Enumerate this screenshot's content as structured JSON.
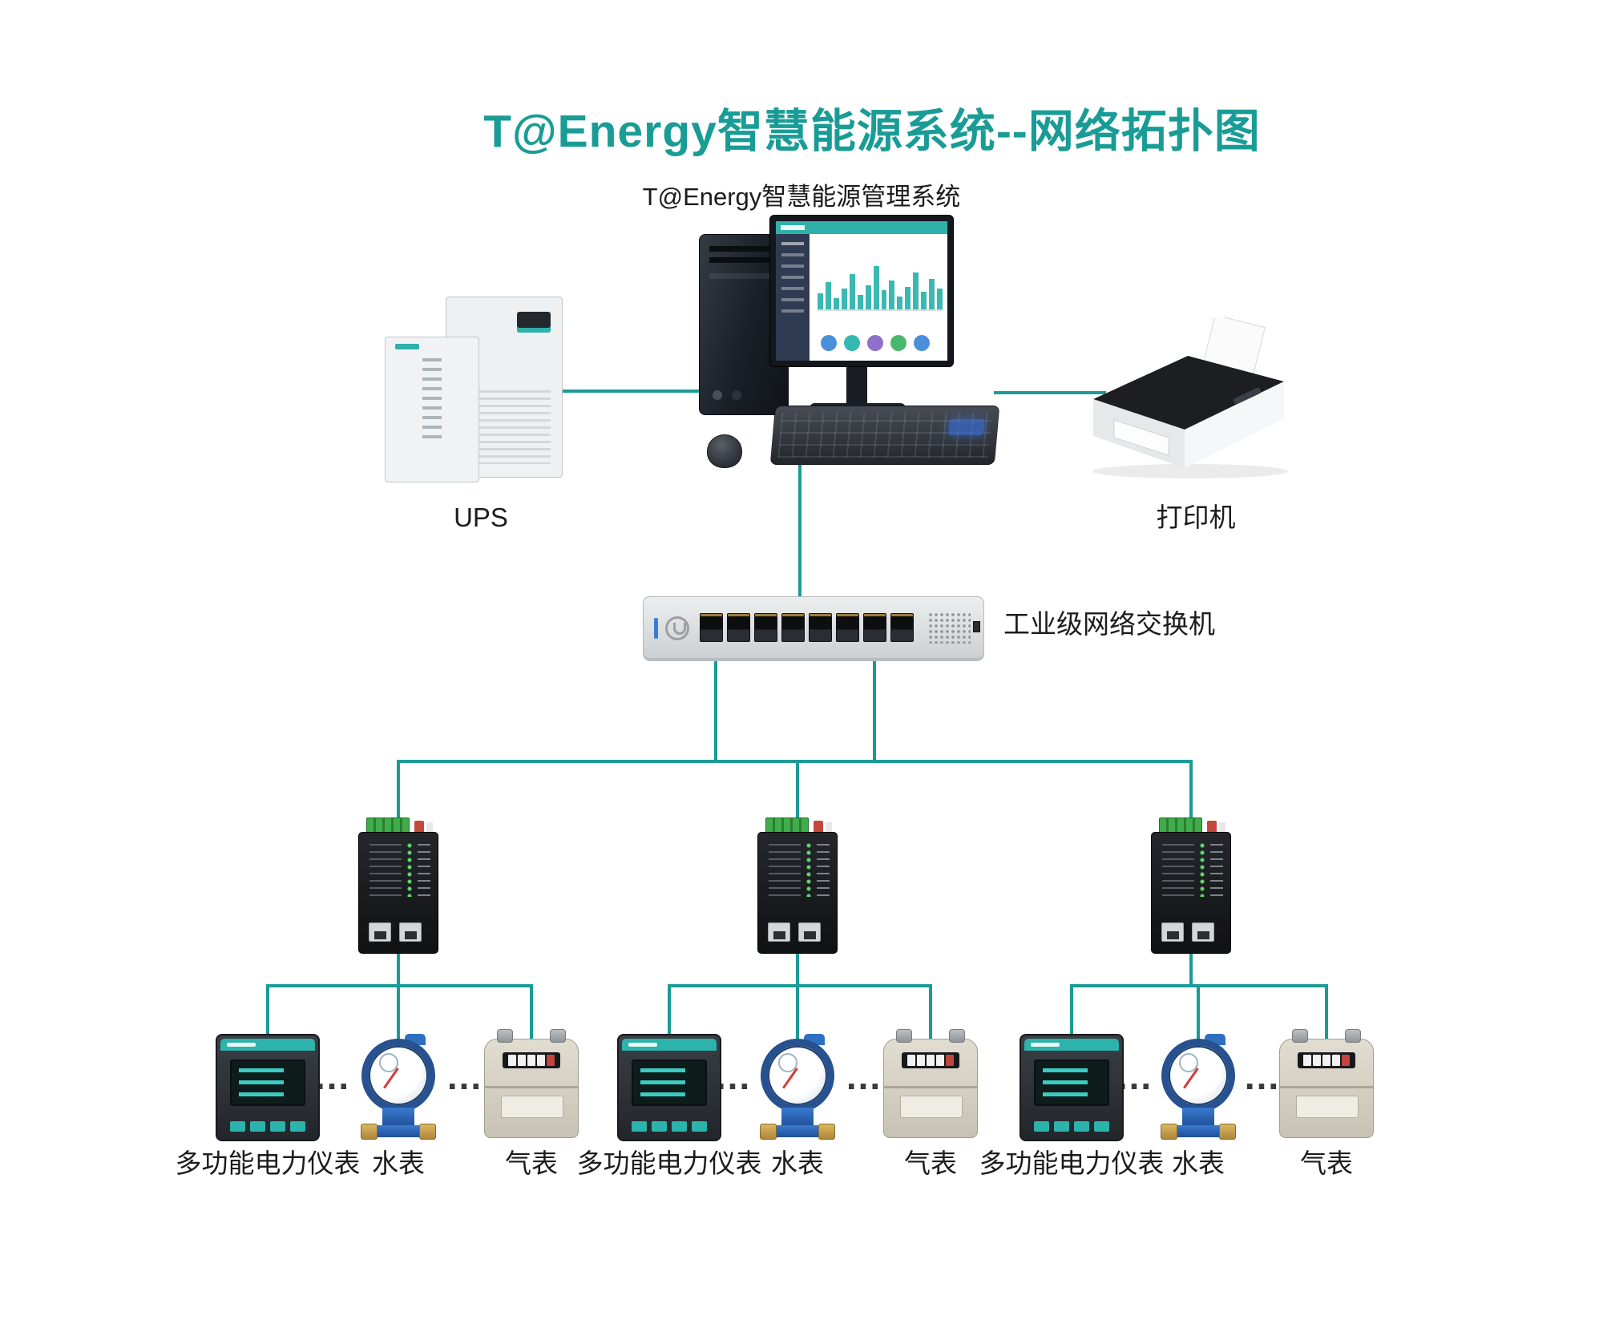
{
  "colors": {
    "accent": "#1a9c96"
  },
  "title": "T@Energy智慧能源系统--网络拓扑图",
  "server": {
    "label": "T@Energy智慧能源管理系统"
  },
  "ups": {
    "label": "UPS"
  },
  "printer": {
    "label": "打印机"
  },
  "switch": {
    "label": "工业级网络交换机"
  },
  "ellipsis": "...",
  "groups": [
    {
      "meters": [
        {
          "label": "多功能电力仪表"
        },
        {
          "label": "水表"
        },
        {
          "label": "气表"
        }
      ]
    },
    {
      "meters": [
        {
          "label": "多功能电力仪表"
        },
        {
          "label": "水表"
        },
        {
          "label": "气表"
        }
      ]
    },
    {
      "meters": [
        {
          "label": "多功能电力仪表"
        },
        {
          "label": "水表"
        },
        {
          "label": "气表"
        }
      ]
    }
  ]
}
